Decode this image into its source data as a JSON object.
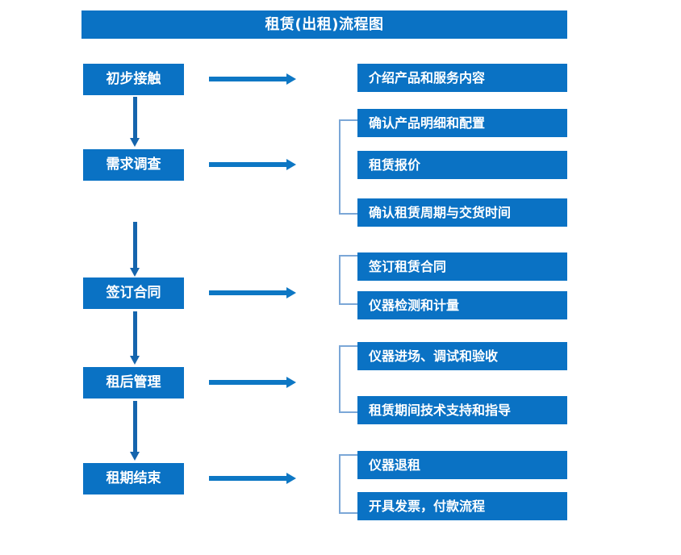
{
  "title": {
    "text": "租赁(出租)流程图"
  },
  "colors": {
    "box_blue": "#0a72c4",
    "arrow_blue": "#0d77c4",
    "vertical_arrow_blue": "#1565ad",
    "bracket_blue": "#7ba7d7",
    "text_white": "#ffffff",
    "background": "#ffffff"
  },
  "stages": [
    {
      "label": "初步接触"
    },
    {
      "label": "需求调查"
    },
    {
      "label": "签订合同"
    },
    {
      "label": "租后管理"
    },
    {
      "label": "租期结束"
    }
  ],
  "tasks": [
    {
      "label": "介绍产品和服务内容"
    },
    {
      "label": "确认产品明细和配置"
    },
    {
      "label": "租赁报价"
    },
    {
      "label": "确认租赁周期与交货时间"
    },
    {
      "label": "签订租赁合同"
    },
    {
      "label": "仪器检测和计量"
    },
    {
      "label": "仪器进场、调试和验收"
    },
    {
      "label": "租赁期间技术支持和指导"
    },
    {
      "label": "仪器退租"
    },
    {
      "label": "开具发票，付款流程"
    }
  ],
  "groups": [
    {
      "name": "requirement-tasks",
      "task_indices": [
        1,
        2,
        3
      ]
    },
    {
      "name": "contract-tasks",
      "task_indices": [
        4,
        5
      ]
    },
    {
      "name": "post-rental-tasks",
      "task_indices": [
        6,
        7
      ]
    },
    {
      "name": "end-of-term-tasks",
      "task_indices": [
        8,
        9
      ]
    }
  ],
  "flow": {
    "direction": "top-to-bottom",
    "stage_to_task_relation": "each stage maps rightward to its detail task list"
  }
}
